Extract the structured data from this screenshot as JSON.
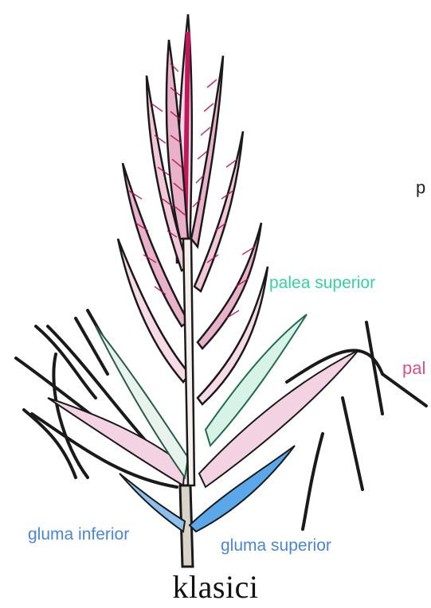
{
  "labels": {
    "palea_superior": "palea superior",
    "gluma_inferior": "gluma inferior",
    "gluma_superior": "gluma superior",
    "cut_p": "p",
    "cut_pal": "pal"
  },
  "caption": "klasici",
  "colors": {
    "palea_superior": "#33d49c",
    "gluma": "#4a86d6",
    "floret_fill": "#c2185b",
    "gluma_fill": "#5aa7ea",
    "outline": "#1a1a1a"
  }
}
